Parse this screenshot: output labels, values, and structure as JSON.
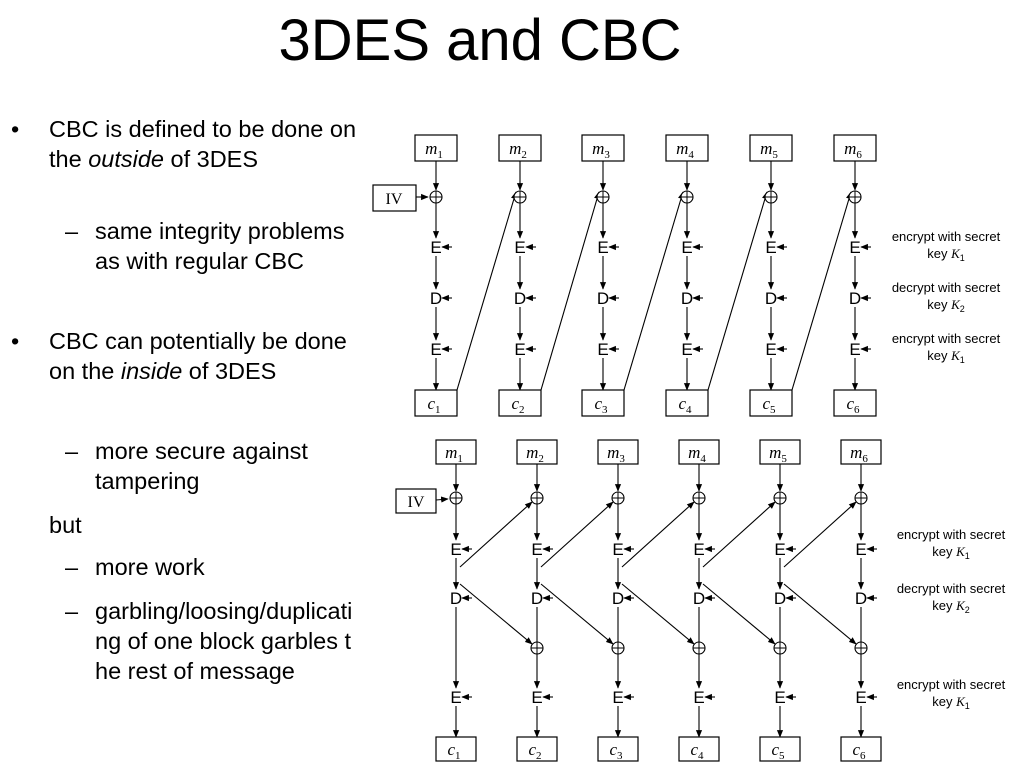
{
  "title": "3DES and CBC",
  "bullets": [
    {
      "level": 1,
      "pre": "CBC is defined to be done on the ",
      "em": "outside",
      "post": " of 3DES"
    },
    {
      "level": 2,
      "text": "same integrity problems as with regular CBC"
    },
    {
      "level": 1,
      "pre": "CBC can potentially be done on the ",
      "em": "inside",
      "post": " of 3DES"
    },
    {
      "level": 2,
      "text": "more secure against tampering"
    },
    {
      "level": 0,
      "text": "but"
    },
    {
      "level": 2,
      "text": "more work"
    },
    {
      "level": 2,
      "text": "garbling/loosing/duplicating of one block garbles the rest of message"
    }
  ],
  "diagram": {
    "iv_label": "IV",
    "blocks": 6,
    "plaintext_var": "m",
    "ciphertext_var": "c",
    "ops": [
      "E",
      "D",
      "E"
    ],
    "key_notes": [
      {
        "line1": "encrypt with secret",
        "line2": "key",
        "key": "K",
        "sub": "1"
      },
      {
        "line1": "decrypt with secret",
        "line2": "key",
        "key": "K",
        "sub": "2"
      },
      {
        "line1": "encrypt with secret",
        "line2": "key",
        "key": "K",
        "sub": "1"
      }
    ]
  }
}
